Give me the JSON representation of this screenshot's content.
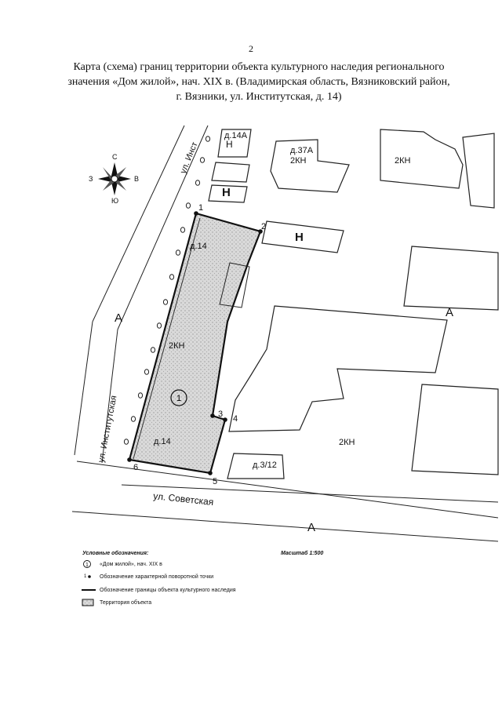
{
  "page_number": "2",
  "title": {
    "line1": "Карта (схема) границ территории объекта культурного наследия регионального",
    "line2": "значения «Дом жилой», нач. XIX в. (Владимирская область, Вязниковский район,",
    "line3": "г. Вязники, ул. Институтская, д. 14)"
  },
  "compass": {
    "north": "С",
    "south": "Ю",
    "east": "В",
    "west": "З"
  },
  "map_labels": {
    "street_institutskaya_top": "ул. Инст",
    "street_institutskaya": "ул. Институтская",
    "street_sovetskaya": "ул. Советская",
    "house_14a": "д.14А",
    "h_top": "Н",
    "h_mid": "Н",
    "h_right": "Н",
    "house_37a": "д.37А",
    "zone_2kn_37a": "2КН",
    "zone_2kn_right": "2КН",
    "zone_a_left": "А",
    "zone_a_right": "А",
    "zone_a_bottom": "А",
    "house_14_top": "д.14",
    "house_14_bottom": "д.14",
    "zone_2kn_site": "2КН",
    "zone_2kn_center": "2КН",
    "house_3_12": "д.3/12",
    "object_marker": "1"
  },
  "points": [
    "1",
    "2",
    "3",
    "4",
    "5",
    "6"
  ],
  "legend": {
    "heading": "Условные обозначения:",
    "scale": "Масштаб 1:500",
    "item_object_symbol": "1",
    "item_object": "«Дом жилой», нач. XIX в",
    "item_point_symbol": "1",
    "item_point": "Обозначение характерной поворотной точки",
    "item_boundary": "Обозначение границы объекта культурного наследия",
    "item_territory": "Территория объекта"
  }
}
